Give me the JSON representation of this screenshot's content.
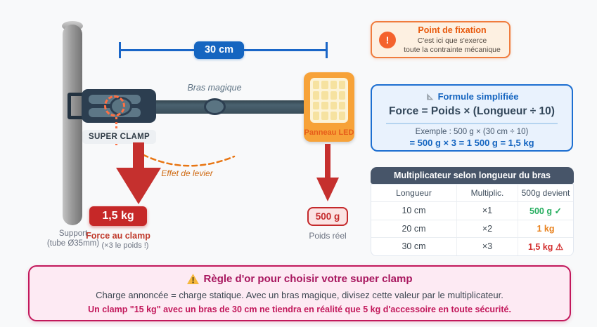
{
  "colors": {
    "accent_blue": "#1565c0",
    "structure_slate": "#2c3e50",
    "fixation_orange": "#f07c3d",
    "danger_red": "#c62828",
    "safe_green": "#27ae60",
    "caution_orange": "#e8821e",
    "rule_pink": "#c2185b",
    "panel_orange": "#f7a238",
    "background": "#f8f9fa"
  },
  "diagram": {
    "dimension_label": "30 cm",
    "arm_label": "Bras magique",
    "clamp_label": "SUPER CLAMP",
    "panel_label": "Panneau LED",
    "lever_label": "Effet de levier",
    "support_caption_line1": "Support",
    "support_caption_line2": "(tube Ø35mm)",
    "force_badge": "1,5 kg",
    "force_caption": "Force au clamp",
    "force_subcaption": "(×3 le poids !)",
    "weight_badge": "500 g",
    "weight_caption": "Poids réel"
  },
  "fixation_callout": {
    "icon_glyph": "!",
    "title": "Point de fixation",
    "line1": "C'est ici que s'exerce",
    "line2": "toute la contrainte mécanique"
  },
  "formula_card": {
    "title": "Formule simplifiée",
    "formula": "Force = Poids × (Longueur ÷ 10)",
    "example_line1": "Exemple : 500 g × (30 cm ÷ 10)",
    "example_line2": "= 500 g × 3 = 1 500 g = 1,5 kg"
  },
  "multiplier_table": {
    "title": "Multiplicateur selon longueur du bras",
    "columns": [
      "Longueur",
      "Multiplic.",
      "500g devient"
    ],
    "rows": [
      {
        "longueur": "10 cm",
        "multiplic": "×1",
        "devient": "500 g ✓",
        "status": "ok"
      },
      {
        "longueur": "20 cm",
        "multiplic": "×2",
        "devient": "1 kg",
        "status": "warn"
      },
      {
        "longueur": "30 cm",
        "multiplic": "×3",
        "devient": "1,5 kg ⚠",
        "status": "danger"
      }
    ]
  },
  "golden_rule": {
    "title": "Règle d'or pour choisir votre super clamp",
    "line1": "Charge annoncée = charge statique. Avec un bras magique, divisez cette valeur par le multiplicateur.",
    "line2": "Un clamp \"15 kg\" avec un bras de 30 cm ne tiendra en réalité que 5 kg d'accessoire en toute sécurité."
  }
}
